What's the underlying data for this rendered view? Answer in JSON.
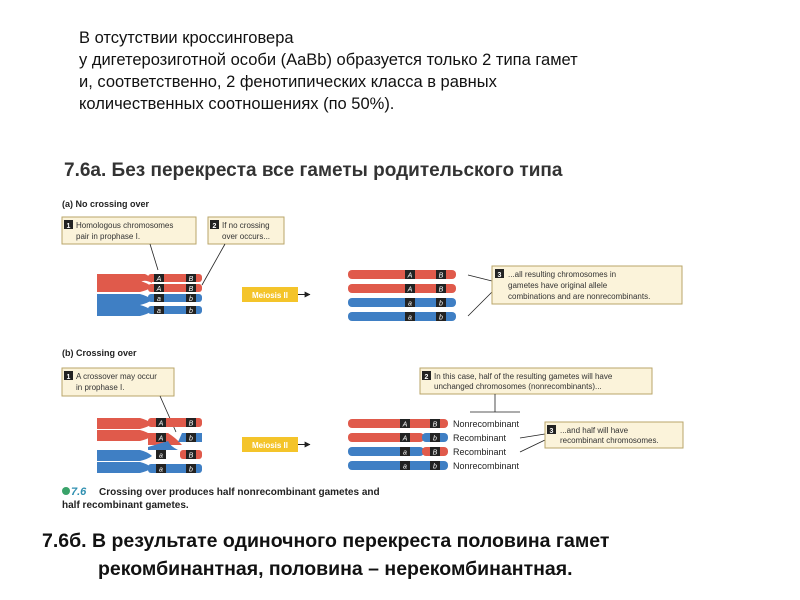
{
  "intro_text": "В отсутствии кроссинговера\nу дигетерозиготной особи (AaBb) образуется только 2 типа гамет\nи, соответственно, 2 фенотипических класса в равных\nколичественных соотношениях (по 50%).",
  "heading_a": "7.6а. Без перекреста все гаметы родительского типа",
  "heading_b_line1": "7.6б. В результате одиночного перекреста половина гамет",
  "heading_b_line2": "рекомбинантная, половина – нерекомбинантная.",
  "panel_a": {
    "label": "(a)  No crossing over",
    "note1_num": "1",
    "note1_line1": "Homologous chromosomes",
    "note1_line2": "pair in prophase I.",
    "note2_num": "2",
    "note2_line1": "If no crossing",
    "note2_line2": "over occurs...",
    "note3_num": "3",
    "note3_line1": "...all resulting chromosomes in",
    "note3_line2": "gametes have original allele",
    "note3_line3": "combinations and are nonrecombinants.",
    "meiosis_label": "Meiosis II"
  },
  "panel_b": {
    "label": "(b)  Crossing over",
    "note1_num": "1",
    "note1_line1": "A crossover may occur",
    "note1_line2": "in prophase I.",
    "note2_num": "2",
    "note2_line1": "In this case, half of the resulting gametes will have",
    "note2_line2": "unchanged chromosomes (nonrecombinants)...",
    "note3_num": "3",
    "note3_line1": "...and half will have",
    "note3_line2": "recombinant chromosomes.",
    "meiosis_label": "Meiosis II",
    "gamete_labels": [
      "Nonrecombinant",
      "Recombinant",
      "Recombinant",
      "Nonrecombinant"
    ]
  },
  "alleles": {
    "A": "A",
    "a": "a",
    "B": "B",
    "b": "b"
  },
  "caption_num": "7.6",
  "caption_line1": "Crossing over produces half nonrecombinant gametes and",
  "caption_line2": "half recombinant gametes.",
  "colors": {
    "red": "#e05a4b",
    "blue": "#3f7fc4",
    "meiosis_box": "#f4c42a",
    "note_bg": "#fbf3da",
    "note_border": "#b9a66a"
  }
}
